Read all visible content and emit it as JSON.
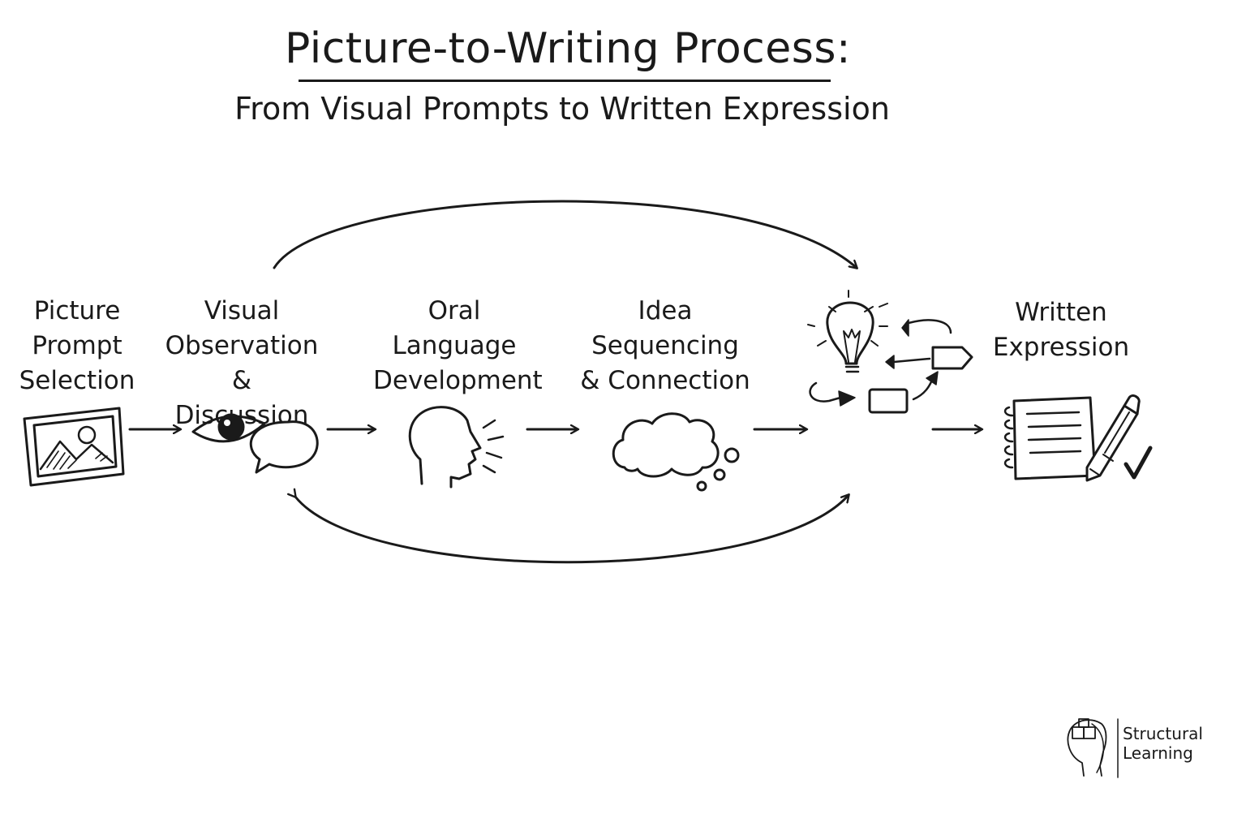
{
  "title": "Picture-to-Writing Process:",
  "subtitle": "From Visual Prompts to Written Expression",
  "steps": [
    {
      "label": "Picture\nPrompt\nSelection",
      "icon": "framed-picture-icon"
    },
    {
      "label": "Visual\nObservation\n& Discussion",
      "icon": "eye-speech-bubble-icon"
    },
    {
      "label": "Oral\nLanguage\nDevelopment",
      "icon": "speaking-head-icon"
    },
    {
      "label": "Idea\nSequencing\n& Connection",
      "icon": "thought-cloud-icon"
    },
    {
      "label": "",
      "icon": "lightbulb-flow-icon"
    },
    {
      "label": "Written\nExpression",
      "icon": "notebook-pencil-check-icon"
    }
  ],
  "brand": {
    "name": "Structural\nLearning",
    "icon": "head-puzzle-icon"
  }
}
